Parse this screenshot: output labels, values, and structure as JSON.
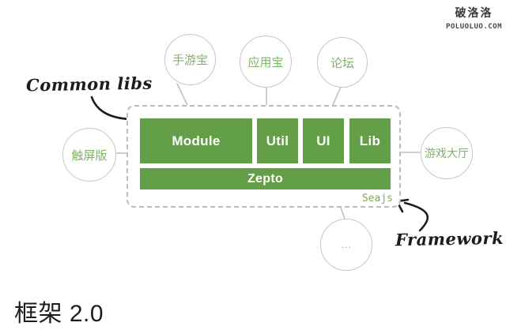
{
  "watermark": {
    "brand": "破洛洛",
    "site": "POLUOLUO.COM"
  },
  "title": "框架 2.0",
  "annotations": {
    "common_libs": "Common libs",
    "framework": "Framework"
  },
  "framework_box": {
    "modules": [
      {
        "label": "Module"
      },
      {
        "label": "Util"
      },
      {
        "label": "UI"
      },
      {
        "label": "Lib"
      }
    ],
    "base": "Zepto",
    "loader": "Seajs"
  },
  "nodes": {
    "top": [
      {
        "label": "手游宝"
      },
      {
        "label": "应用宝"
      },
      {
        "label": "论坛"
      }
    ],
    "left": {
      "label": "触屏版"
    },
    "right": {
      "label": "游戏大厅"
    },
    "bottom": {
      "label": "..."
    }
  },
  "colors": {
    "block_green": "#639f47",
    "node_text_green": "#7db465",
    "seajs_green": "#85a95d",
    "circle_border_gray": "#c6c6c6",
    "dashed_border_gray": "#bcbcbc",
    "annotation_ink": "#1c1c1c"
  }
}
